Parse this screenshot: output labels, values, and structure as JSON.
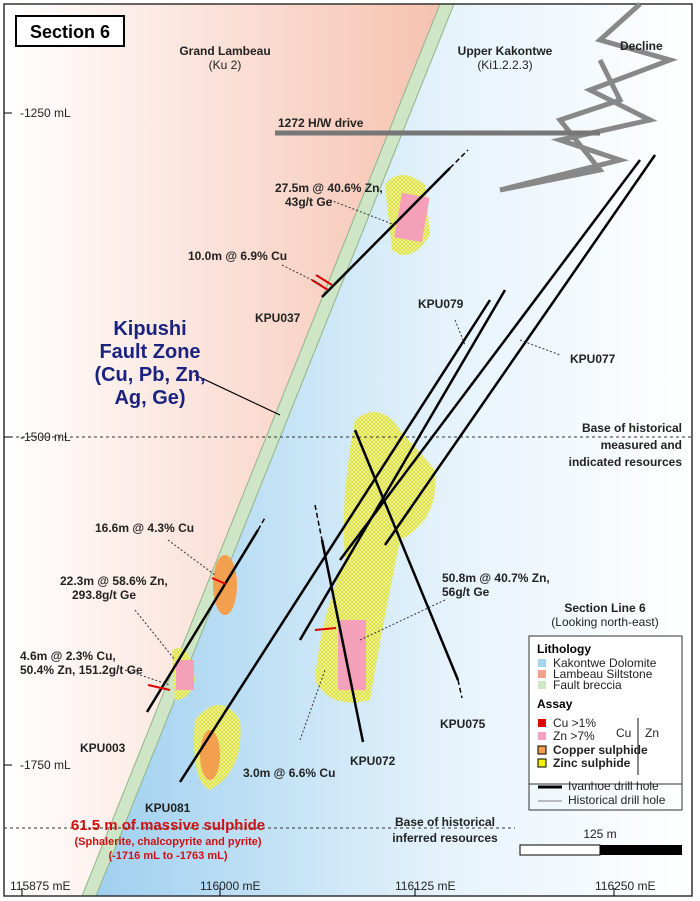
{
  "title": "Section 6",
  "elevations": [
    "-1250 mL",
    "-1500 mL",
    "-1750 mL"
  ],
  "eastings": [
    "115875 mE",
    "116000 mE",
    "116125 mE",
    "116250 mE"
  ],
  "units": {
    "grand_lambeau": "Grand Lambeau",
    "grand_lambeau_sub": "(Ku 2)",
    "upper_kakontwe": "Upper Kakontwe",
    "upper_kakontwe_sub": "(Ki1.2.2.3)",
    "decline": "Decline",
    "drive": "1272 H/W drive"
  },
  "fault_zone": [
    "Kipushi",
    "Fault Zone",
    "(Cu, Pb, Zn,",
    "Ag, Ge)"
  ],
  "holes": {
    "kpu037": "KPU037",
    "kpu079": "KPU079",
    "kpu077": "KPU077",
    "kpu003": "KPU003",
    "kpu081": "KPU081",
    "kpu075": "KPU075",
    "kpu072": "KPU072"
  },
  "intercepts": {
    "a1": "27.5m @ 40.6% Zn,",
    "a2": "43g/t Ge",
    "b1": "10.0m @ 6.9% Cu",
    "c1": "16.6m @ 4.3% Cu",
    "d1": "22.3m @ 58.6% Zn,",
    "d2": "293.8g/t Ge",
    "e1": "4.6m @ 2.3% Cu,",
    "e2": "50.4% Zn, 151.2g/t Ge",
    "f1": "50.8m @ 40.7% Zn,",
    "f2": "56g/t Ge",
    "g1": "3.0m @ 6.6% Cu"
  },
  "resource_lines": {
    "mi1": "Base of historical",
    "mi2": "measured and",
    "mi3": "indicated resources",
    "inf1": "Base of historical",
    "inf2": "inferred resources"
  },
  "highlight": {
    "h1": "61.5 m of massive sulphide",
    "h2": "(Sphalerite, chalcopyrite and pyrite)",
    "h3": "(-1716 mL to -1763 mL)"
  },
  "section_line": {
    "title": "Section Line 6",
    "sub": "(Looking north-east)"
  },
  "legend": {
    "lithology": "Lithology",
    "dolomite": "Kakontwe Dolomite",
    "siltstone": "Lambeau Siltstone",
    "breccia": "Fault breccia",
    "assay": "Assay",
    "cu": "Cu >1%",
    "zn": "Zn >7%",
    "cu_col": "Cu",
    "zn_col": "Zn",
    "cu_sulph": "Copper sulphide",
    "zn_sulph": "Zinc sulphide",
    "ivanhoe": "Ivanhoe drill hole",
    "historical": "Historical drill hole"
  },
  "scale": "125 m",
  "colors": {
    "dolomite": "#a9d4f0",
    "siltstone": "#f4a08a",
    "breccia": "#cfe6c6",
    "cu": "#e00000",
    "zn": "#f0a0c0",
    "cu_sulph": "#f2a050",
    "zn_sulph": "#dde23a",
    "highlight": "#d01010",
    "fault_zone": "#1a237e"
  }
}
